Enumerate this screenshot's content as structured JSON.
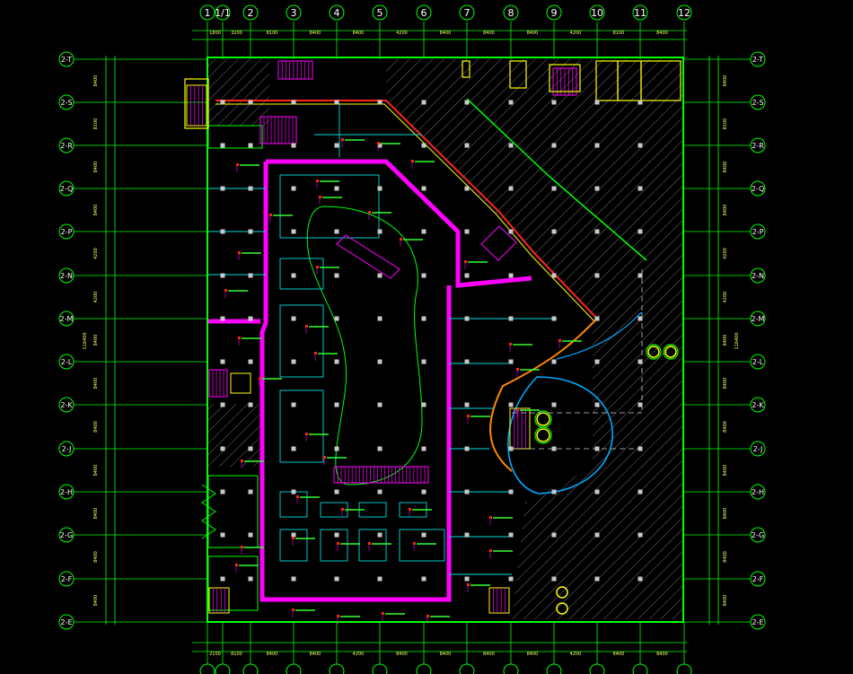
{
  "drawing": {
    "column_axes": [
      "1",
      "1/1",
      "2",
      "3",
      "4",
      "5",
      "6",
      "7",
      "8",
      "9",
      "10",
      "11",
      "12"
    ],
    "row_axes": [
      "2-T",
      "2-S",
      "2-R",
      "2-Q",
      "2-P",
      "2-N",
      "2-M",
      "2-L",
      "2-K",
      "2-J",
      "2-H",
      "2-G",
      "2-F",
      "2-E"
    ],
    "top_dimensions": [
      "1800",
      "3200",
      "8100",
      "8400",
      "8400",
      "4200",
      "8400",
      "8400",
      "8400",
      "4200",
      "8100",
      "8400",
      "8400"
    ],
    "bottom_dimensions": [
      "2100",
      "8100",
      "8400",
      "8400",
      "4200",
      "8400",
      "8400",
      "8400",
      "8400",
      "4200",
      "8400",
      "8400"
    ],
    "side_dimensions": [
      "8400",
      "8100",
      "8400",
      "8400",
      "4200",
      "4200",
      "8400",
      "8400",
      "8400",
      "8400",
      "8400",
      "8400",
      "8400"
    ],
    "total_dimension": "116400",
    "colors": {
      "background": "#000000",
      "axis": "#00ff00",
      "wall": "#ff00ff",
      "partition": "#00ffff",
      "hatch": "#7a7a7a",
      "column": "#bbbbbb",
      "stair": "#ff00ff",
      "equipment": "#ff2222",
      "label": "#ffff00"
    }
  }
}
